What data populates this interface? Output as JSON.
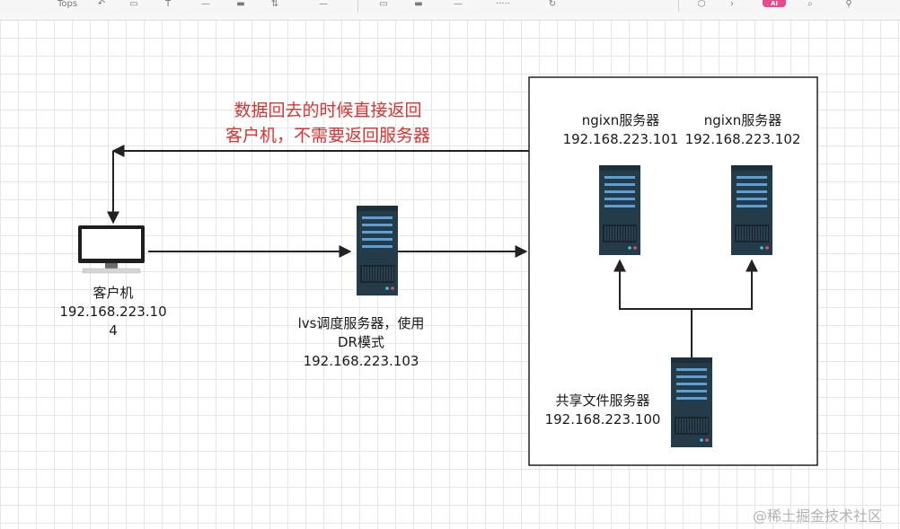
{
  "toolbar": {
    "zoom_label": "Tops",
    "ai_badge": "AI",
    "icons": [
      "undo-icon",
      "shape-icon",
      "text-icon",
      "line-icon",
      "fill-icon",
      "arrange-icon",
      "align-icon",
      "more-icon",
      "link-icon",
      "share-icon",
      "search-icon",
      "user-icon"
    ]
  },
  "note": {
    "line1": "数据回去的时候直接返回",
    "line2": "客户机，不需要返回服务器",
    "color": "#e0312f"
  },
  "client": {
    "name": "客户机",
    "ip_line1": "192.168.223.10",
    "ip_line2": "4",
    "icon": "desktop-computer-icon"
  },
  "lvs": {
    "name": "lvs调度服务器，使用",
    "mode": "DR模式",
    "ip": "192.168.223.103",
    "icon": "server-icon"
  },
  "nginx1": {
    "name": "ngixn服务器",
    "ip": "192.168.223.101",
    "icon": "server-icon"
  },
  "nginx2": {
    "name": "ngixn服务器",
    "ip": "192.168.223.102",
    "icon": "server-icon"
  },
  "shared": {
    "name": "共享文件服务器",
    "ip": "192.168.223.100",
    "icon": "server-icon"
  },
  "watermark": "@稀土掘金技术社区",
  "colors": {
    "server_body": "#243b4a",
    "server_slot": "#4a90c8",
    "arrow": "#222222"
  }
}
